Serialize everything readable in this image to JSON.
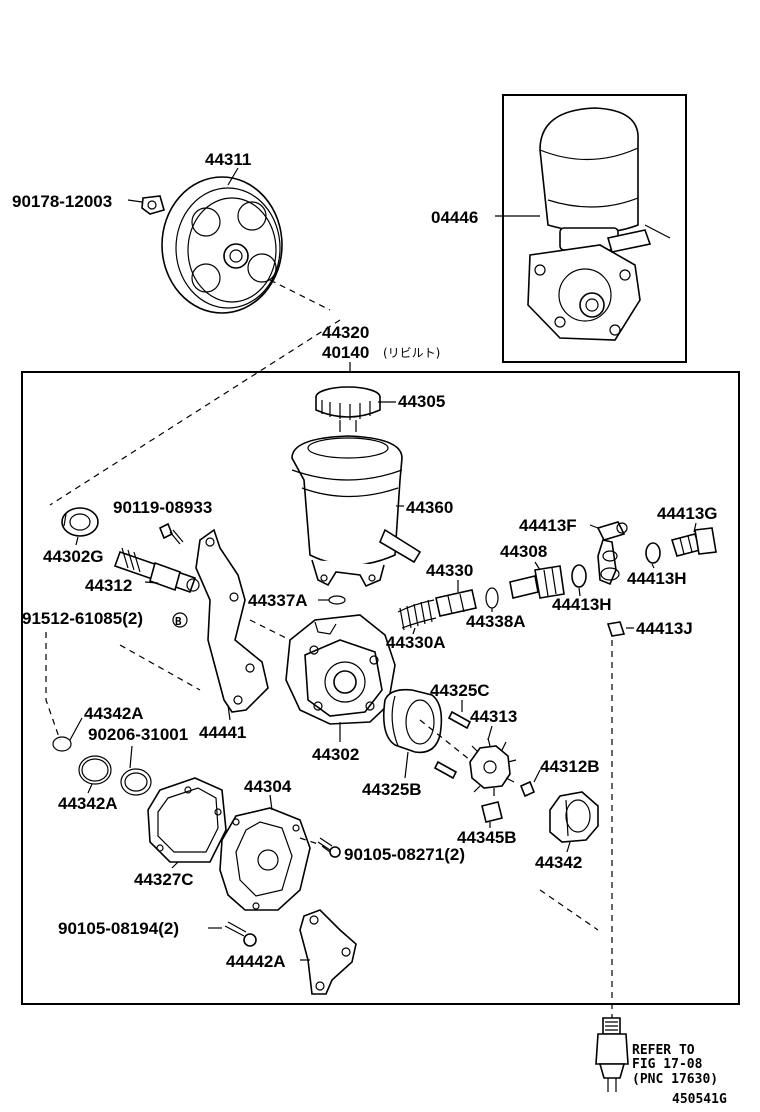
{
  "labels": {
    "p44311": "44311",
    "p90178": "90178-12003",
    "p04446": "04446",
    "p44320": "44320",
    "p40140": "40140",
    "p40140_note": "(リビルト)",
    "p44305": "44305",
    "p44360": "44360",
    "p90119": "90119-08933",
    "p44302G": "44302G",
    "p44312": "44312",
    "p91512": "91512-61085(2)",
    "p91512_mark": "B",
    "p44337A": "44337A",
    "p44413F": "44413F",
    "p44413G": "44413G",
    "p44308": "44308",
    "p44330": "44330",
    "p44413H_a": "44413H",
    "p44413H_b": "44413H",
    "p44338A": "44338A",
    "p44330A": "44330A",
    "p44413J": "44413J",
    "p44342A_a": "44342A",
    "p90206": "90206-31001",
    "p44441": "44441",
    "p44302": "44302",
    "p44325C": "44325C",
    "p44313": "44313",
    "p44342A_b": "44342A",
    "p44304": "44304",
    "p44325B": "44325B",
    "p44312B": "44312B",
    "p44345B": "44345B",
    "p90105_08271": "90105-08271(2)",
    "p44342": "44342",
    "p44327C": "44327C",
    "p90105_08194": "90105-08194(2)",
    "p44442A": "44442A"
  },
  "refer": {
    "line1": "REFER TO",
    "line2": "FIG 17-08",
    "line3": "(PNC 17630)"
  },
  "figure_id": "450541G"
}
